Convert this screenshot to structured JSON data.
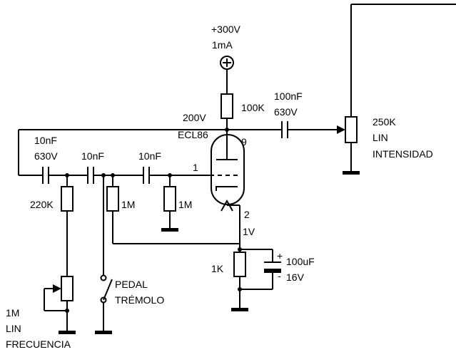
{
  "supply": {
    "voltage": "+300V",
    "current": "1mA"
  },
  "tube": {
    "name": "ECL86",
    "plate_pin": "9",
    "grid_pin": "1",
    "cathode_pin": "2",
    "plate_voltage": "200V",
    "cathode_voltage": "1V"
  },
  "components": {
    "plate_resistor": "100K",
    "output_cap_value": "100nF",
    "output_cap_voltage": "630V",
    "input_cap_value": "10nF",
    "input_cap_voltage": "630V",
    "cap2": "10nF",
    "cap3": "10nF",
    "r_220k": "220K",
    "r_1m_a": "1M",
    "r_1m_b": "1M",
    "cathode_resistor": "1K",
    "cathode_cap_value": "100uF",
    "cathode_cap_voltage": "16V"
  },
  "pot_intensity": {
    "value": "250K",
    "taper": "LIN",
    "name": "INTENSIDAD"
  },
  "pot_frequency": {
    "value": "1M",
    "taper": "LIN",
    "name": "FRECUENCIA"
  },
  "pedal": {
    "line1": "PEDAL",
    "line2": "TRÉMOLO"
  },
  "capacitor_polarity": {
    "plus": "+",
    "minus": "-"
  }
}
